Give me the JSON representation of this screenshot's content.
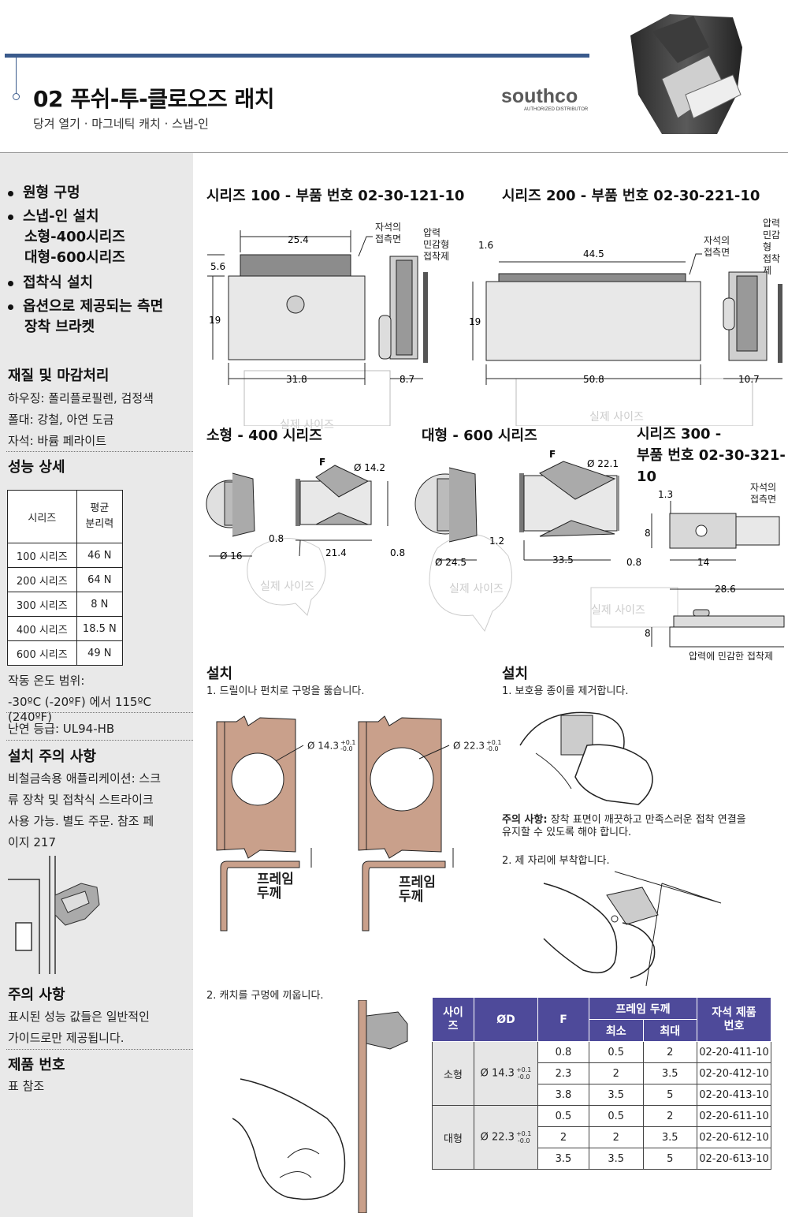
{
  "header": {
    "title": "02 푸쉬-투-클로오즈 래치",
    "subtitle": "당겨 열기 · 마그네틱 캐치 · 스냅-인",
    "brand": "southco",
    "brand_sub": "AUTHORIZED DISTRIBUTOR"
  },
  "sidebar": {
    "features": [
      {
        "lines": [
          "원형 구멍"
        ]
      },
      {
        "lines": [
          "스냅-인 설치",
          "소형-400시리즈",
          "대형-600시리즈"
        ]
      },
      {
        "lines": [
          "접착식 설치"
        ]
      },
      {
        "lines": [
          "옵션으로 제공되는 측면",
          "장착 브라켓"
        ]
      }
    ],
    "material_heading": "재질 및 마감처리",
    "material_lines": [
      "하우징: 폴리플로필렌, 검정색",
      "폴대: 강철, 아연 도금",
      "자석: 바륨 페라이트"
    ],
    "perf_heading": "성능 상세",
    "perf_table": {
      "headers": [
        "시리즈",
        "평균\n분리력"
      ],
      "rows": [
        [
          "100 시리즈",
          "46 N"
        ],
        [
          "200 시리즈",
          "64 N"
        ],
        [
          "300 시리즈",
          "8 N"
        ],
        [
          "400 시리즈",
          "18.5 N"
        ],
        [
          "600 시리즈",
          "49 N"
        ]
      ]
    },
    "temp_label": "작동 온도 범위:",
    "temp_value": "-30ºC (-20ºF) 에서 115ºC (240ºF)",
    "flame": "난연 등급: UL94-HB",
    "install_heading": "설치 주의 사항",
    "install_lines": [
      "비철금속용 애플리케이션: 스크",
      "류 장착 및 접착식 스트라이크",
      "사용 가능. 별도 주문. 참조 페",
      "이지 217"
    ],
    "caution_heading": "주의 사항",
    "caution_lines": [
      "표시된 성능 값들은 일반적인",
      "가이드로만 제공됩니다."
    ],
    "partno_heading": "제품 번호",
    "partno_text": "표 참조"
  },
  "drawings": {
    "s100_title": "시리즈 100 - 부품 번호 02-30-121-10",
    "s200_title": "시리즈 200 - 부품 번호  02-30-221-10",
    "s400_title": "소형 - 400 시리즈",
    "s600_title": "대형 - 600 시리즈",
    "s300_title": [
      "시리즈 300 -",
      "부품 번호 02-30-321-10"
    ],
    "magnet_side": [
      "자석의",
      "접측면"
    ],
    "adhesive": [
      "압력",
      "민감형",
      "접착제"
    ],
    "adhesive_300": "압력에 민감한 접착제",
    "actual_size": "실제 사이즈",
    "frame_thickness": [
      "프레임",
      "두께"
    ],
    "dims": {
      "s100": [
        "25.4",
        "5.6",
        "19",
        "31.8",
        "8.7"
      ],
      "s200": [
        "1.6",
        "44.5",
        "19",
        "50.8",
        "10.7"
      ],
      "s400": [
        "F",
        "Ø 14.2",
        "0.8",
        "21.4",
        "0.8",
        "Ø 16"
      ],
      "s600": [
        "F",
        "Ø 22.1",
        "1.2",
        "33.5",
        "0.8",
        "Ø 24.5"
      ],
      "s300": [
        "1.3",
        "8",
        "14",
        "28.6",
        "8"
      ]
    },
    "hole_small": {
      "d": "Ø 14.3",
      "tol_up": "+0.1",
      "tol_dn": "-0.0"
    },
    "hole_large": {
      "d": "Ø 22.3",
      "tol_up": "+0.1",
      "tol_dn": "-0.0"
    }
  },
  "install_left": {
    "heading": "설치",
    "step1": "1. 드릴이나 펀치로 구멍을 뚫습니다.",
    "step2": "2. 캐치를 구멍에 끼웁니다."
  },
  "install_right": {
    "heading": "설치",
    "step1": "1. 보호용 종이를 제거합니다.",
    "note_label": "주의 사항:",
    "note_lines": [
      "장착 표면이 깨끗하고 만족스러운 접착 연결을",
      "유지할 수 있도록 해야 합니다."
    ],
    "step2": "2. 제 자리에 부착합니다."
  },
  "spec_table": {
    "h_size": [
      "사이",
      "즈"
    ],
    "h_d": "ØD",
    "h_f": "F",
    "h_frame": "프레임 두께",
    "h_min": "최소",
    "h_max": "최대",
    "h_part": [
      "자석 제품",
      "번호"
    ],
    "groups": [
      {
        "size": "소형",
        "d": "Ø 14.3",
        "tol_up": "+0.1",
        "tol_dn": "-0.0",
        "rows": [
          [
            "0.8",
            "0.5",
            "2",
            "02-20-411-10"
          ],
          [
            "2.3",
            "2",
            "3.5",
            "02-20-412-10"
          ],
          [
            "3.8",
            "3.5",
            "5",
            "02-20-413-10"
          ]
        ]
      },
      {
        "size": "대형",
        "d": "Ø 22.3",
        "tol_up": "+0.1",
        "tol_dn": "-0.0",
        "rows": [
          [
            "0.5",
            "0.5",
            "2",
            "02-20-611-10"
          ],
          [
            "2",
            "2",
            "3.5",
            "02-20-612-10"
          ],
          [
            "3.5",
            "3.5",
            "5",
            "02-20-613-10"
          ]
        ]
      }
    ]
  },
  "colors": {
    "accent": "#3a5a8c",
    "table_header": "#4e4a9a",
    "panel": "#c49a86",
    "sidebar": "#e9e9e9"
  }
}
